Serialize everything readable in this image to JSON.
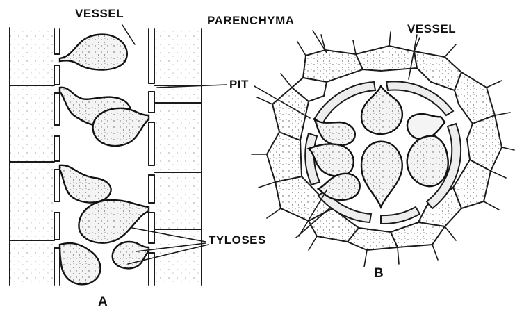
{
  "labels": {
    "vessel_left": "VESSEL",
    "parenchyma": "PARENCHYMA",
    "vessel_right": "VESSEL",
    "pit": "PIT",
    "tyloses": "TYLOSES",
    "panel_a": "A",
    "panel_b": "B"
  },
  "colors": {
    "ink": "#1a1a1a",
    "background": "#ffffff",
    "stipple": "#555555"
  }
}
